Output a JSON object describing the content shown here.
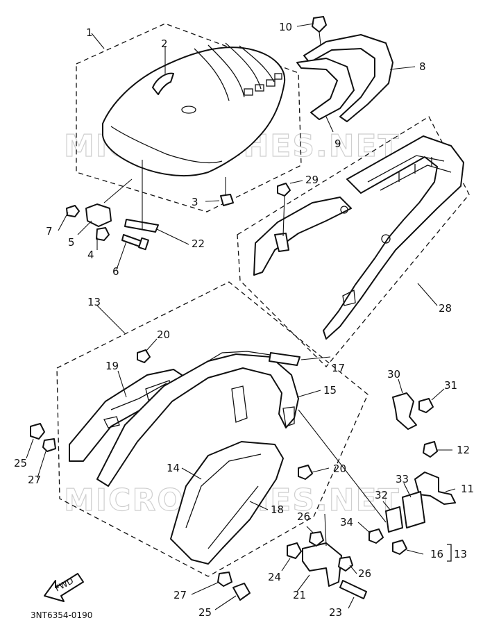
{
  "watermark": "MICROFICHES.NET",
  "catalog_code": "3NT6354-0190",
  "fwd_label": "FWD",
  "callouts": {
    "c1": "1",
    "c2": "2",
    "c3": "3",
    "c4": "4",
    "c5": "5",
    "c6": "6",
    "c7": "7",
    "c8": "8",
    "c9": "9",
    "c10": "10",
    "c11": "11",
    "c12": "12",
    "c13": "13",
    "c13b": "13",
    "c14": "14",
    "c15": "15",
    "c16": "16",
    "c17": "17",
    "c18": "18",
    "c19": "19",
    "c20a": "20",
    "c20b": "20",
    "c21": "21",
    "c22": "22",
    "c23": "23",
    "c24": "24",
    "c25a": "25",
    "c25b": "25",
    "c26a": "26",
    "c26b": "26",
    "c27a": "27",
    "c27b": "27",
    "c28": "28",
    "c29": "29",
    "c30": "30",
    "c31": "31",
    "c32": "32",
    "c33": "33",
    "c34": "34"
  }
}
